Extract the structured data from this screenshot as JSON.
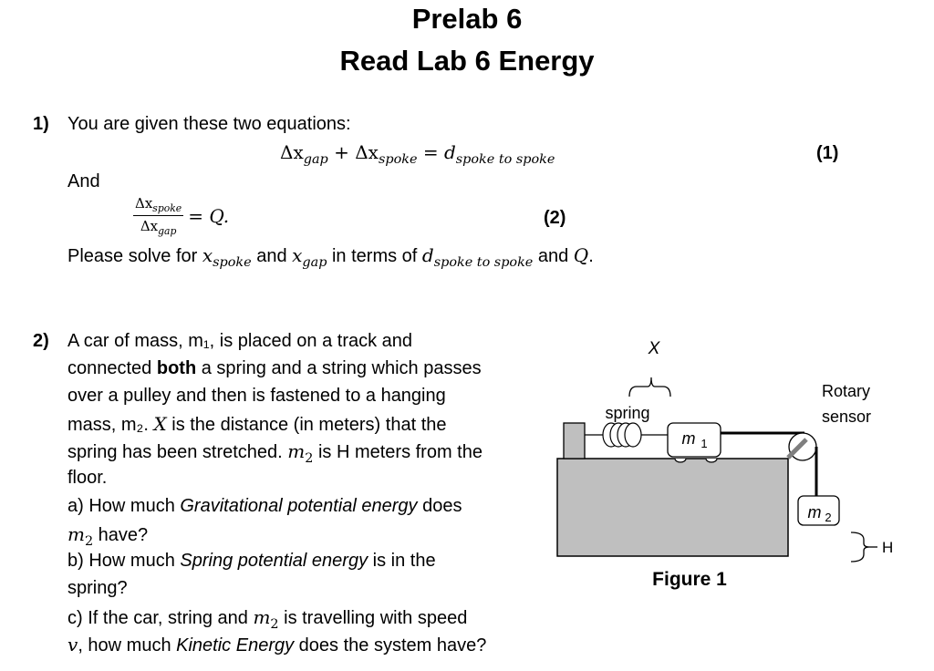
{
  "header": {
    "title": "Prelab 6",
    "subtitle": "Read Lab 6 Energy"
  },
  "q1": {
    "number": "1)",
    "intro": "You are given these two equations:",
    "eq1": {
      "dx1": "Δx",
      "dx1_sub": "gap",
      "plus": "+",
      "dx2": "Δx",
      "dx2_sub": "spoke",
      "equals": "=",
      "d": "d",
      "d_sub": "spoke to spoke",
      "label": "(1)"
    },
    "and": "And",
    "eq2": {
      "num": "Δx",
      "num_sub": "spoke",
      "den": "Δx",
      "den_sub": "gap",
      "rhs": "= Q.",
      "label": "(2)"
    },
    "solve": {
      "part1": "Please solve for ",
      "x1": "x",
      "x1_sub": "spoke",
      "and1": " and ",
      "x2": "x",
      "x2_sub": "gap",
      "part2": " in terms of ",
      "d": "d",
      "d_sub": "spoke to spoke",
      "and2": " and ",
      "q": "Q",
      "end": "."
    }
  },
  "q2": {
    "number": "2)",
    "lines": {
      "l1": "A car of mass, m₁, is placed on a track and",
      "l2a": "connected ",
      "l2b": "both",
      "l2c": " a spring and a string which passes",
      "l3": "over a pulley and then is fastened to a hanging",
      "l4a": "mass, m₂.  ",
      "l4b": "X",
      "l4c": " is the distance (in meters) that the",
      "l5a": "spring has been stretched. ",
      "l5m": "m",
      "l5s": "2",
      "l5b": " is H meters from the",
      "l6": "floor."
    },
    "a": {
      "prefix": "a)  How much ",
      "em": "Gravitational potential energy",
      "suffix": " does",
      "l2m": "m",
      "l2s": "2",
      "l2": " have?"
    },
    "b": {
      "prefix": "b)  How much ",
      "em": "Spring potential energy",
      "suffix": " is in the",
      "l2": "spring?"
    },
    "c": {
      "prefix": "c)  If the car, string and ",
      "m": "m",
      "s": "2",
      "suffix": " is travelling with speed",
      "v": "v",
      "l2": ", how much ",
      "em": "Kinetic Energy",
      "l2end": " does the system have?"
    }
  },
  "figure": {
    "label_x": "X",
    "label_spring": "spring",
    "label_m1": "m",
    "label_m1_sub": "1",
    "label_rotary": "Rotary",
    "label_sensor": "sensor",
    "label_m2": "m",
    "label_m2_sub": "2",
    "label_h": "H",
    "caption": "Figure 1",
    "colors": {
      "table": "#bfbfbf",
      "post": "#bfbfbf",
      "sensor_arm": "#7f7f7f",
      "line": "#000000"
    }
  }
}
